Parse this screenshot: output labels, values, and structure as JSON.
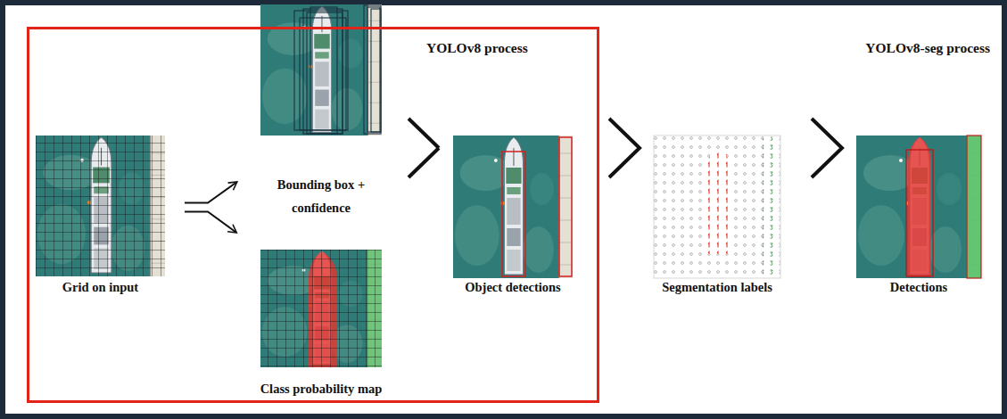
{
  "diagram": {
    "nodes": [
      {
        "text": [
          "YOLOv8 process"
        ]
      },
      {
        "text": [
          "Grid on input"
        ],
        "in": 0
      },
      {
        "text": [
          "Bounding box + confidence"
        ],
        "in": 0
      },
      {
        "text": [
          "Class probability map"
        ],
        "in": 0
      },
      {
        "text": [
          "Object detections"
        ],
        "in": 0
      },
      {
        "text": [
          "Segmentation labels"
        ]
      },
      {
        "text": [
          "Detections"
        ]
      }
    ],
    "edges": [
      {
        "from": 1,
        "to": 2,
        "arrow": "to"
      },
      {
        "from": 1,
        "to": 3,
        "arrow": "to"
      },
      {
        "from": 2,
        "to": 4,
        "arrow": "to"
      },
      {
        "from": 3,
        "to": 4,
        "arrow": "to"
      },
      {
        "from": 4,
        "to": 5,
        "arrow": "to"
      },
      {
        "from": 5,
        "to": 6,
        "arrow": "to"
      }
    ],
    "labels": [
      "YOLOv8-seg process"
    ]
  }
}
